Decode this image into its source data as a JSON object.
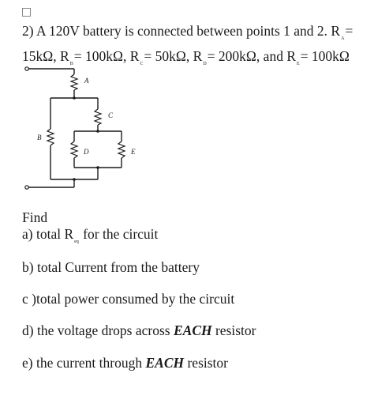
{
  "problem": {
    "number": "2)",
    "line1_text": "A 120V battery is connected between points 1 and 2. R",
    "line1_sub_a": "A",
    "line1_end": "=",
    "line2_ra_value": "15kΩ, R",
    "line2_sub_b": "B",
    "line2_rb_value": "= 100kΩ, R",
    "line2_sub_c": "C",
    "line2_rc_value": "= 50kΩ, R",
    "line2_sub_d": "D",
    "line2_rd_value": "= 200kΩ, and R",
    "line2_sub_e": "E",
    "line2_re_value": "= 100kΩ"
  },
  "circuit": {
    "label_a": "A",
    "label_b": "B",
    "label_c": "C",
    "label_d": "D",
    "label_e": "E"
  },
  "find": {
    "heading": "Find",
    "a_prefix": "a) total R",
    "a_sub": "eq",
    "a_suffix": "for the circuit",
    "b": "b) total Current from the battery",
    "c": "c )total power consumed by the circuit",
    "d_prefix": "d) the voltage drops across",
    "d_emph": "EACH",
    "d_suffix": "resistor",
    "e_prefix": "e) the current through",
    "e_emph": "EACH",
    "e_suffix": "resistor"
  }
}
